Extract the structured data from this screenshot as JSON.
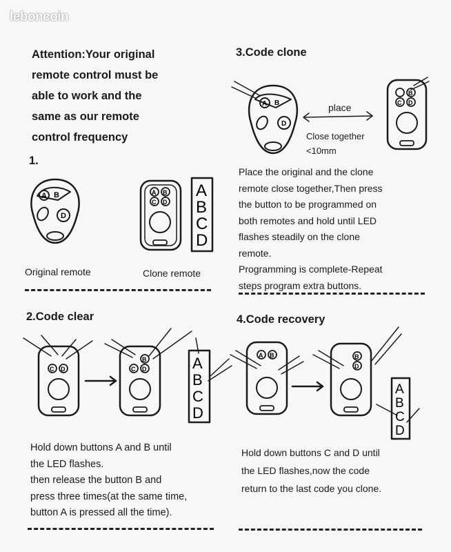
{
  "watermark": "leboncoin",
  "attention": {
    "lines": [
      "Attention:Your original",
      "remote control must be",
      "able to  work and the",
      "same  as  our remote",
      "control frequency"
    ]
  },
  "step1": {
    "number": "1.",
    "original_caption": "Original remote",
    "clone_caption": "Clone remote",
    "button_letters": [
      "A",
      "B",
      "C",
      "D"
    ]
  },
  "step2": {
    "heading": "2.Code clear",
    "lines": [
      "Hold down buttons   A   and B until",
      "the    LED    flashes.",
      "then   release  the button  B   and",
      "press three times(at the same time,",
      "button A is pressed all the time)."
    ]
  },
  "step3": {
    "heading": "3.Code clone",
    "place_label": "place",
    "close_label": "Close together",
    "distance_label": "<10mm",
    "lines": [
      "Place the original and the clone",
      "remote close together,Then press",
      "the button  to be programmed on",
      "both remotes and hold until LED",
      "flashes steadily on the clone",
      "remote.",
      "Programming is complete-Repeat",
      "steps program extra buttons."
    ]
  },
  "step4": {
    "heading": "4.Code recovery",
    "lines": [
      "Hold down buttons  C and D until",
      "the LED flashes,now the code",
      "return to the last code you clone."
    ]
  },
  "colors": {
    "ink": "#1a1a1a",
    "paper": "#f7f7f5"
  }
}
